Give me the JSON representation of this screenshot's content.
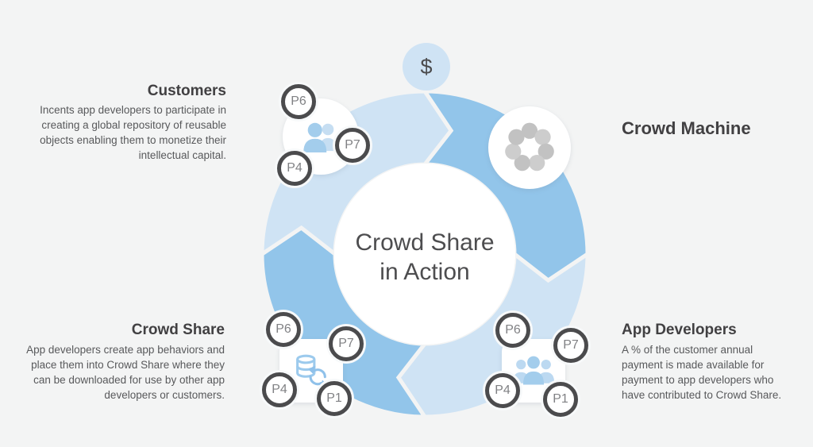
{
  "diagram": {
    "center_title_line1": "Crowd Share",
    "center_title_line2": "in Action",
    "dollar_symbol": "$"
  },
  "sections": {
    "customers": {
      "heading": "Customers",
      "body": "Incents app developers to participate in creating a global repository of reusable objects enabling them to monetize their intellectual capital.",
      "badges": [
        "P6",
        "P7",
        "P4"
      ]
    },
    "crowd_machine": {
      "heading": "Crowd Machine"
    },
    "crowd_share": {
      "heading": "Crowd Share",
      "body": "App developers create app behaviors and place them into Crowd Share where they can be downloaded for use by other app developers or customers.",
      "badges": [
        "P6",
        "P7",
        "P4",
        "P1"
      ]
    },
    "app_developers": {
      "heading": "App Developers",
      "body": "A % of the customer annual payment is made available for payment to app developers who have contributed to Crowd Share.",
      "badges": [
        "P6",
        "P7",
        "P4",
        "P1"
      ]
    }
  },
  "colors": {
    "background": "#f3f4f4",
    "ring_light_blue": "#cfe3f4",
    "ring_medium_blue": "#92c5ea",
    "icon_blue": "#a3cdec",
    "icon_blue_light": "#c6def2",
    "machine_gray": "#c6c6c6",
    "badge_border": "#4b4b4d",
    "badge_text": "#808184",
    "heading_text": "#414042",
    "body_text": "#58595b"
  }
}
